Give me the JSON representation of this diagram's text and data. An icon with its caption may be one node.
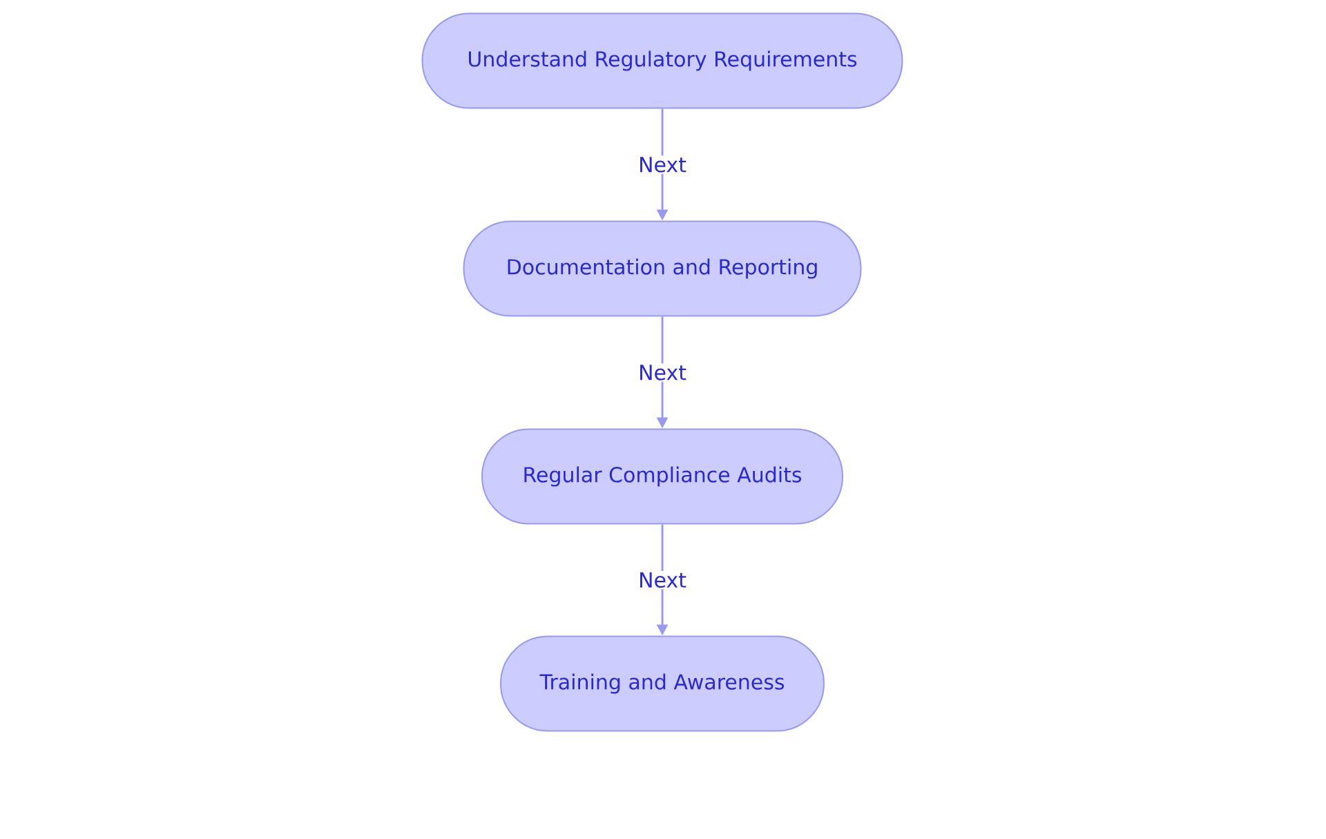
{
  "diagram": {
    "nodes": [
      {
        "text": [
          "Understand Regulatory Requirements"
        ]
      },
      {
        "text": [
          "Documentation and Reporting"
        ]
      },
      {
        "text": [
          "Regular Compliance Audits"
        ]
      },
      {
        "text": [
          "Training and Awareness"
        ]
      }
    ],
    "edges": [
      {
        "from": 0,
        "to": 1,
        "arrow": "to",
        "label": "Next"
      },
      {
        "from": 1,
        "to": 2,
        "arrow": "to",
        "label": "Next"
      },
      {
        "from": 2,
        "to": 3,
        "arrow": "to",
        "label": "Next"
      }
    ]
  }
}
